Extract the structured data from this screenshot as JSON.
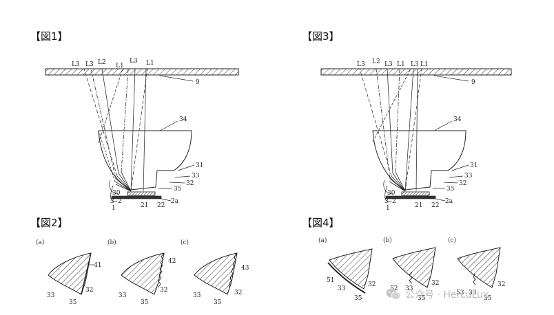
{
  "figures": {
    "fig1": {
      "title": "【図1】"
    },
    "fig2": {
      "title": "【図2】"
    },
    "fig3": {
      "title": "【図3】"
    },
    "fig4": {
      "title": "【図4】"
    }
  },
  "labels": {
    "L1": "L1",
    "L2": "L2",
    "L3": "L3",
    "n9": "9",
    "n34": "34",
    "n31": "31",
    "n33": "33",
    "n32": "32",
    "n35": "35",
    "n30": "30",
    "n3": "3",
    "n2": "2",
    "n2a": "2a",
    "n21": "21",
    "n22": "22",
    "n1": "1",
    "n41": "41",
    "n42": "42",
    "n43": "43",
    "n51": "51",
    "n52": "52",
    "n53": "53"
  },
  "subfigs": {
    "a": "(a)",
    "b": "(b)",
    "c": "(c)"
  },
  "watermark": {
    "text": "公众号 · HercuLux",
    "icon": "wechat-icon"
  }
}
